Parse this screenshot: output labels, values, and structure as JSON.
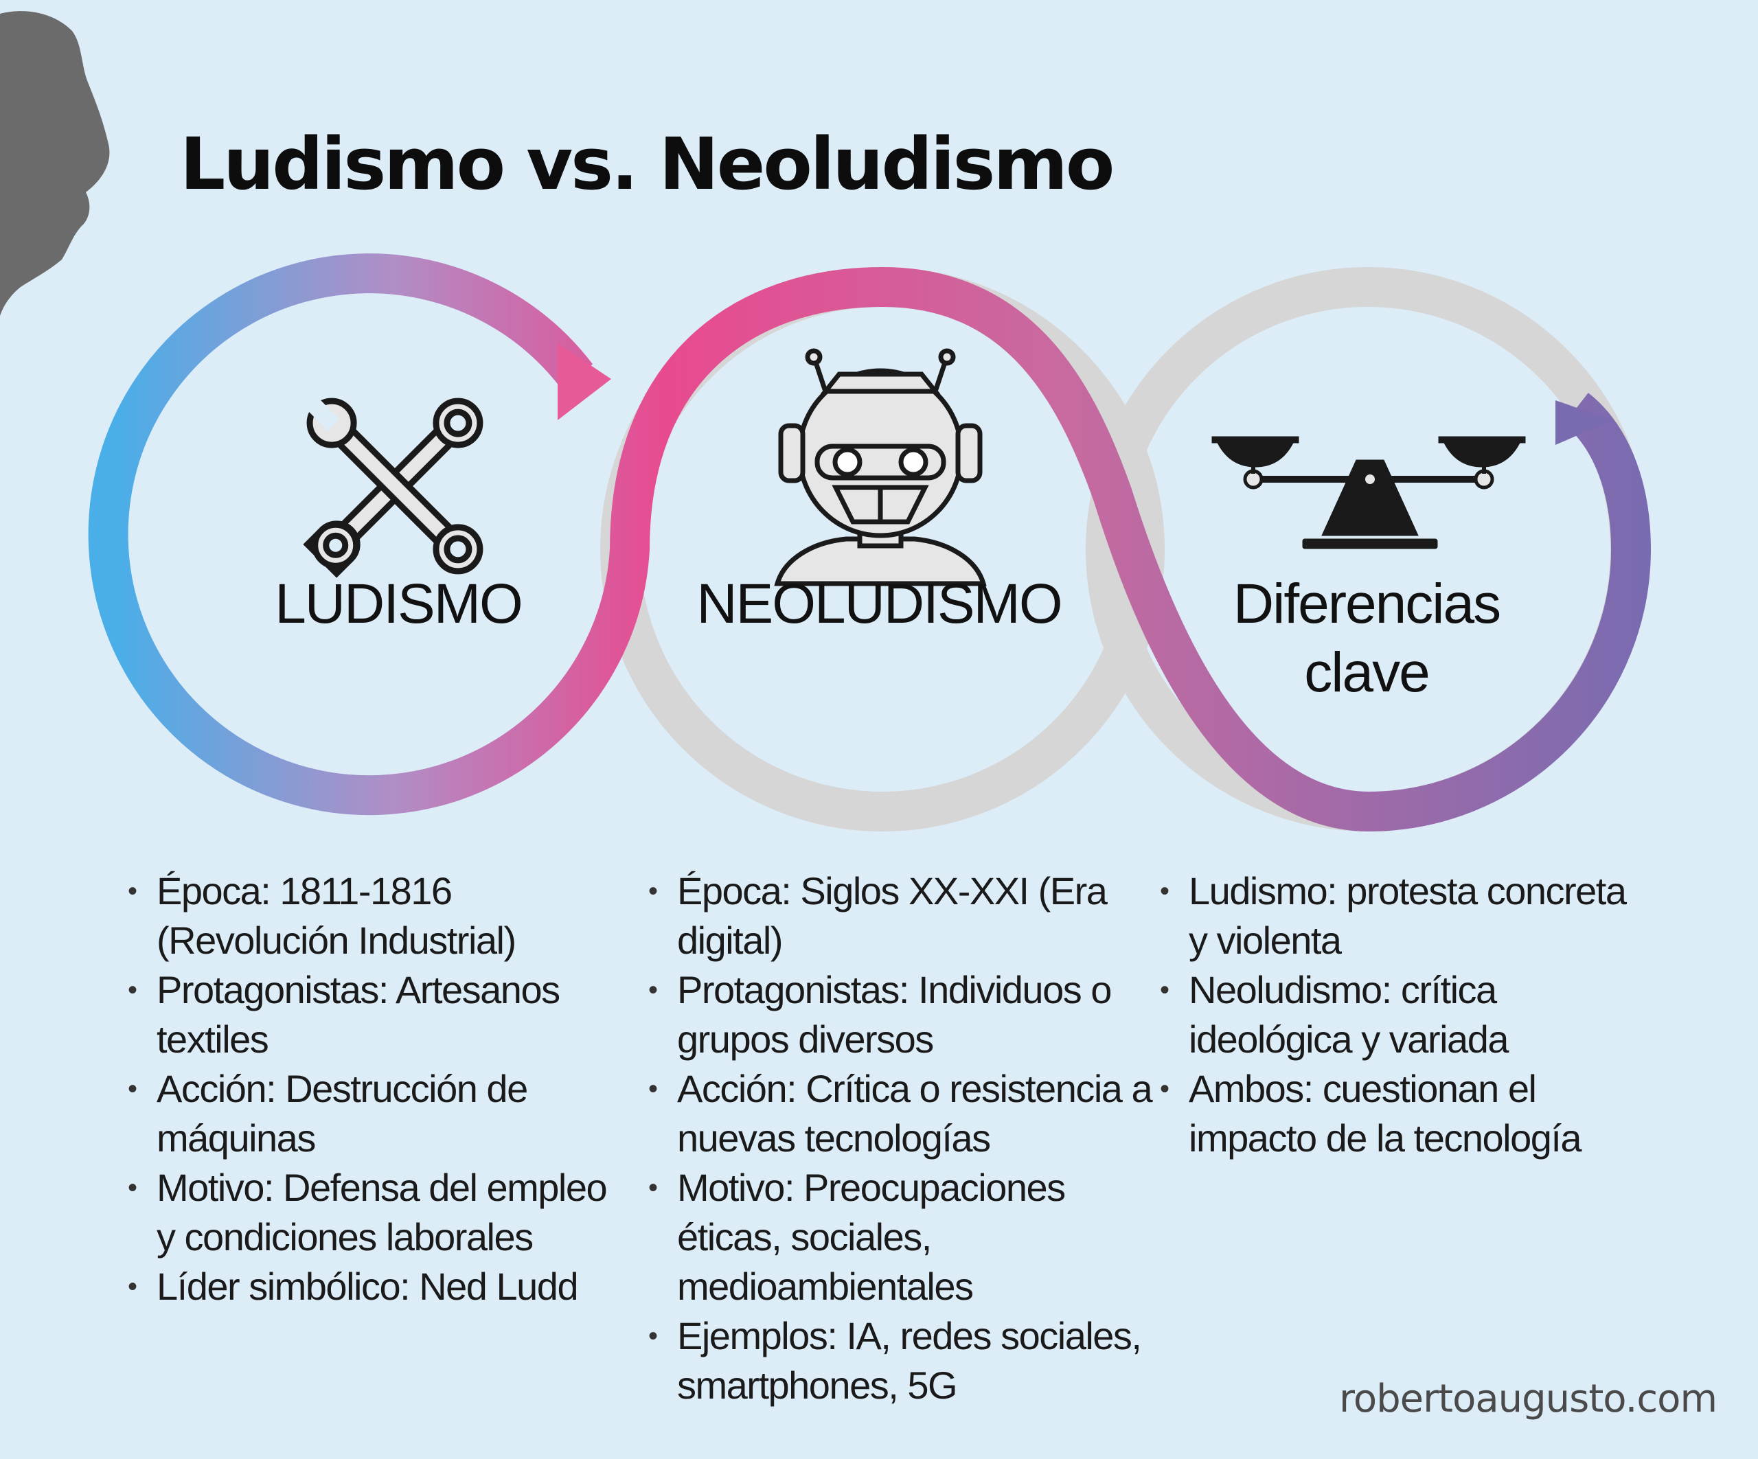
{
  "title": "Ludismo vs. Neoludismo",
  "sections": [
    {
      "label": "LUDISMO",
      "icon": "crossed-wrenches-icon",
      "items": [
        "Época: 1811-1816 (Revolución Industrial)",
        "Protagonistas: Artesanos textiles",
        "Acción: Destrucción de máquinas",
        "Motivo: Defensa del empleo y condiciones laborales",
        "Líder simbólico: Ned Ludd"
      ]
    },
    {
      "label": "NEOLUDISMO",
      "icon": "robot-head-icon",
      "items": [
        "Época: Siglos XX-XXI (Era digital)",
        "Protagonistas: Individuos o grupos diversos",
        "Acción: Crítica o resistencia a nuevas tecnologías",
        "Motivo: Preocupaciones éticas, sociales, medioambientales",
        "Ejemplos: IA, redes sociales, smartphones, 5G"
      ]
    },
    {
      "label_line1": "Diferencias",
      "label_line2": "clave",
      "icon": "balance-scale-icon",
      "items": [
        "Ludismo: protesta concreta y violenta",
        "Neoludismo: crítica ideológica y variada",
        "Ambos: cuestionan el impacto de la tecnología"
      ]
    }
  ],
  "footer": {
    "site": "robertoaugusto.com"
  },
  "colors": {
    "background": "#dcedf8",
    "ribbon_start": "#4aaee8",
    "ribbon_pink": "#e84a8f",
    "ribbon_end": "#7a6bb0",
    "ring_gray": "#d6d6d6",
    "silhouette": "#6b6b6b"
  }
}
